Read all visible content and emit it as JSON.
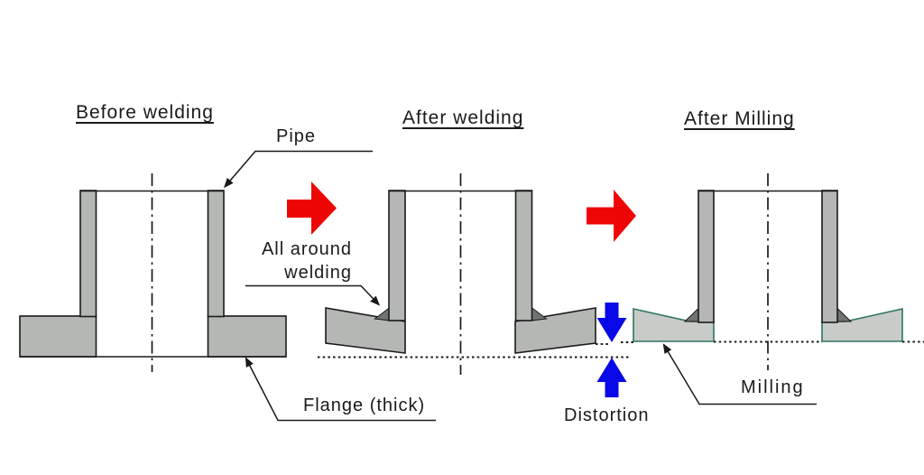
{
  "figure": {
    "panels": [
      {
        "title": "Before welding"
      },
      {
        "title": "After welding"
      },
      {
        "title": "After Milling"
      }
    ],
    "callouts": {
      "pipe": "Pipe",
      "all_around_welding": [
        "All around",
        "welding"
      ],
      "flange": "Flange (thick)",
      "distortion": "Distortion",
      "milling": "Milling"
    },
    "colors": {
      "background": "#ffffff",
      "text_black": "#1a1a1a",
      "outline_black": "#1a1a1a",
      "metal_gray": "#b4b7b3",
      "milled_gray": "#c8cbc7",
      "weld_gray": "#6e7471",
      "milled_outline_teal": "#2f7465",
      "process_arrow_red": "#ee0505",
      "distortion_arrow_blue": "#0909e8"
    }
  }
}
